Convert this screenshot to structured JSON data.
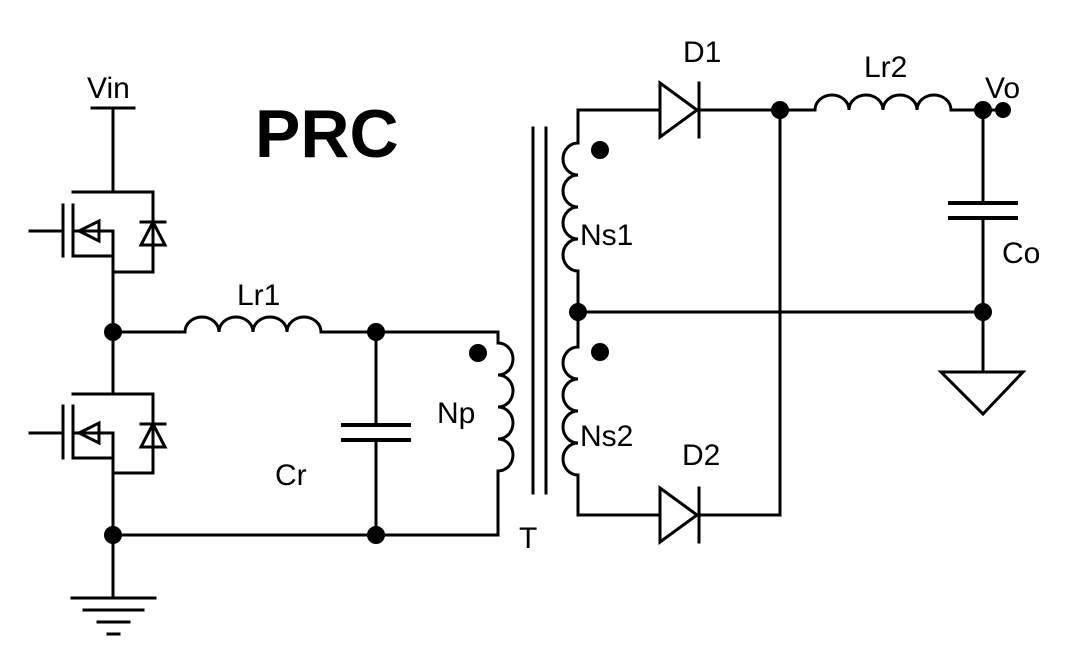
{
  "title": "PRC",
  "labels": {
    "vin": "Vin",
    "vo": "Vo",
    "lr1": "Lr1",
    "lr2": "Lr2",
    "cr": "Cr",
    "co": "Co",
    "np": "Np",
    "ns1": "Ns1",
    "ns2": "Ns2",
    "d1": "D1",
    "d2": "D2",
    "t": "T"
  }
}
